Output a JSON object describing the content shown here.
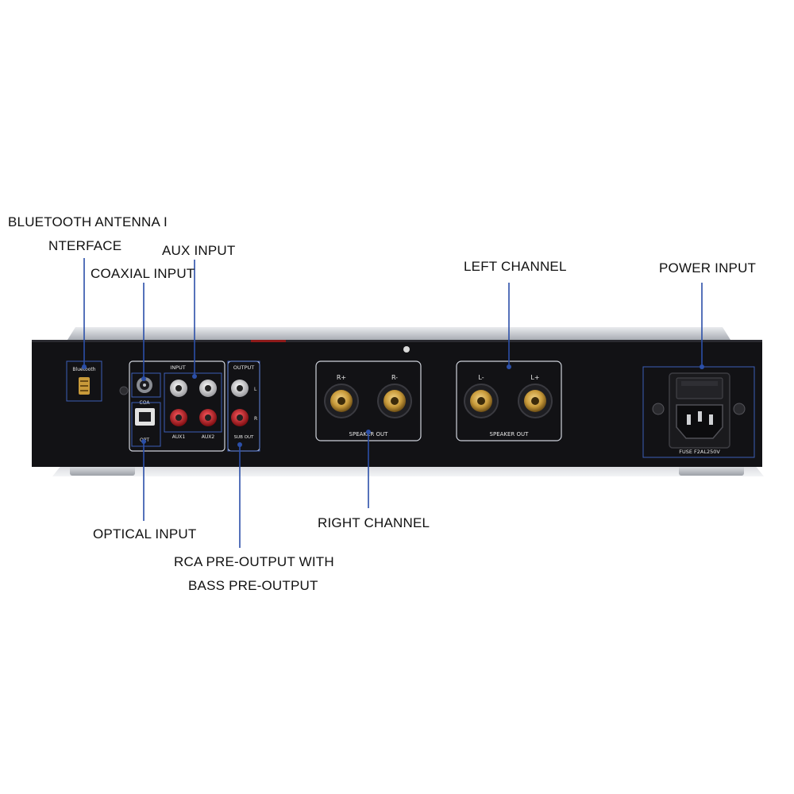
{
  "callouts": {
    "bluetooth_line1": "BLUETOOTH ANTENNA I",
    "bluetooth_line2": "NTERFACE",
    "coaxial": "COAXIAL INPUT",
    "aux": "AUX INPUT",
    "optical": "OPTICAL INPUT",
    "rca_line1": "RCA PRE-OUTPUT WITH",
    "rca_line2": "BASS PRE-OUTPUT",
    "left_channel": "LEFT CHANNEL",
    "right_channel": "RIGHT CHANNEL",
    "power": "POWER INPUT"
  },
  "panel_labels": {
    "bluetooth": "Bluetooth",
    "coa": "COA",
    "opt": "OPT",
    "input": "INPUT",
    "output": "OUTPUT",
    "aux1": "AUX1",
    "aux2": "AUX2",
    "sub_out": "SUB OUT",
    "ch_l": "L",
    "ch_r": "R",
    "r_plus": "R+",
    "r_minus": "R-",
    "l_minus": "L-",
    "l_plus": "L+",
    "speaker_out_right": "SPEAKER OUT",
    "speaker_out_left": "SPEAKER OUT",
    "fuse": "FUSE  F2AL250V"
  },
  "colors": {
    "leader": "#2b4fa8",
    "chassis": "#121215",
    "rca_white": "#e9e9ea",
    "rca_red": "#c81a22",
    "gold": "#c89a3a"
  }
}
